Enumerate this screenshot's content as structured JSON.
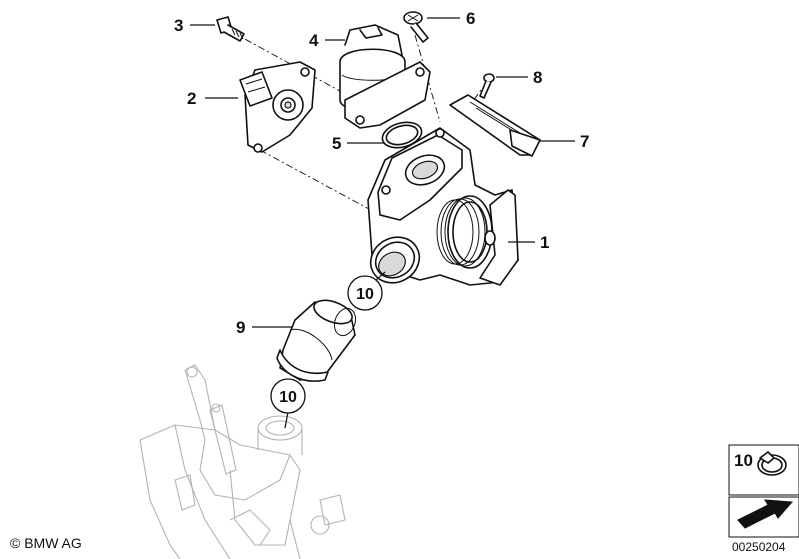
{
  "callouts": {
    "c1": "1",
    "c2": "2",
    "c3": "3",
    "c4": "4",
    "c5": "5",
    "c6": "6",
    "c7": "7",
    "c8": "8",
    "c9": "9",
    "c10a": "10",
    "c10b": "10",
    "c10legend": "10"
  },
  "footer": {
    "copyright": "© BMW AG",
    "doc_number": "00250204"
  }
}
